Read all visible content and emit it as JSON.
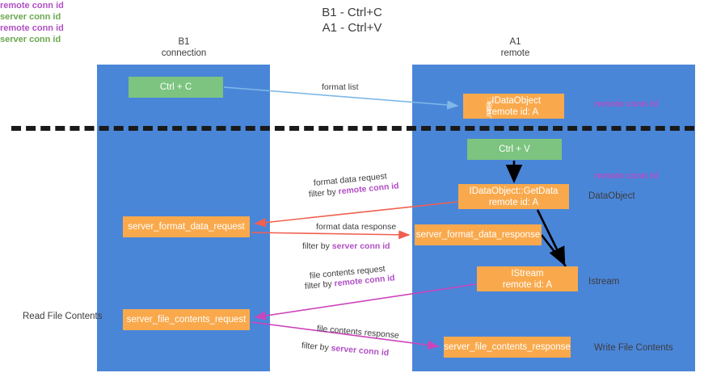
{
  "title": {
    "line1": "B1 - Ctrl+C",
    "line2": "A1 - Ctrl+V"
  },
  "lanes": [
    {
      "id": "b1",
      "name": "B1",
      "role": "connection",
      "color": "#4a86d8"
    },
    {
      "id": "a1",
      "name": "A1",
      "role": "remote",
      "color": "#4a86d8"
    }
  ],
  "boxes": {
    "ctrl_c": "Ctrl + C",
    "idataobject": {
      "line1": "ྪྦྷྡIDataObject",
      "line2": "remote id: A"
    },
    "ctrl_v": "Ctrl + V",
    "getdata": {
      "line1": "IDataObject::GetData",
      "line2": "remote id: A"
    },
    "server_format_data_request": "server_format_data_request",
    "server_format_data_response": "server_format_data_response",
    "istream": {
      "line1": "IStream",
      "line2": "remote id: A"
    },
    "server_file_contents_request": "server_file_contents_request",
    "server_file_contents_response": "server_file_contents_response"
  },
  "arrow_labels": {
    "format_list": "format list",
    "format_data_request": "format data request",
    "format_data_request_filter_prefix": "filter by ",
    "format_data_request_filter_key": "remote conn id",
    "format_data_response": "format data response",
    "format_data_response_filter_prefix": "filter by ",
    "format_data_response_filter_key": "server conn id",
    "file_contents_request": "file contents request",
    "file_contents_request_filter_prefix": "filter by ",
    "file_contents_request_filter_key": "remote conn id",
    "file_contents_response": "file contents response",
    "file_contents_response_filter_prefix": "filter by ",
    "file_contents_response_filter_key": "server conn id"
  },
  "annotations": {
    "remote_conn_id_top": "remote conn id",
    "remote_conn_id_mid": "remote conn id",
    "dataobject": "DataObject",
    "istream": "Istream",
    "write_file_contents": "Write File Contents",
    "read_file_contents": "Read File Contents",
    "left_remote_conn_id_mid": "remote conn id",
    "left_server_conn_id_mid": "server conn id",
    "left_remote_conn_id_bottom": "remote conn id",
    "left_server_conn_id_bottom": "server conn id"
  },
  "colors": {
    "lane": "#4a86d8",
    "green_box": "#7cc47f",
    "orange_box": "#f9a94c",
    "purple_text": "#b14fc5",
    "green_text": "#6aa84f",
    "red_arrow": "#f06050",
    "magenta_arrow": "#cc44bb",
    "blue_arrow": "#7fb8e8",
    "black_arrow": "#000000",
    "dashed_line": "#1a1a1a"
  }
}
